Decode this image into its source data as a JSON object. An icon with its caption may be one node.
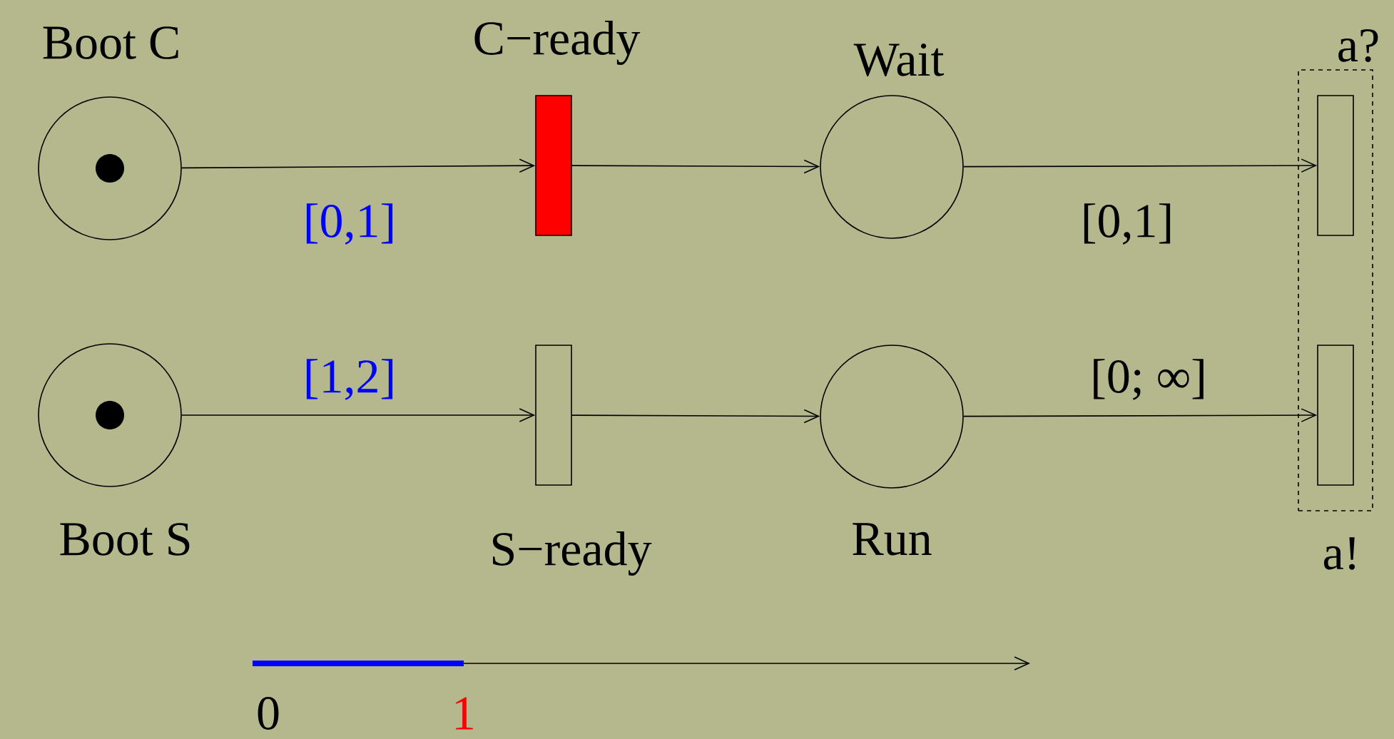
{
  "diagram": {
    "nodes": [
      {
        "text": [
          "Boot C"
        ]
      },
      {
        "text": [
          "C−ready"
        ]
      },
      {
        "text": [
          "Wait"
        ]
      },
      {
        "text": [],
        "shape": "box"
      },
      {
        "text": [
          "a?"
        ],
        "in": 3
      },
      {
        "text": [
          "Boot S"
        ]
      },
      {
        "text": [
          "S−ready"
        ]
      },
      {
        "text": [
          "Run"
        ]
      },
      {
        "text": [
          "a!"
        ],
        "in": 3
      }
    ],
    "edges": [
      {
        "from": 0,
        "to": 1,
        "arrow": "to",
        "label": "[0,1]"
      },
      {
        "from": 1,
        "to": 2,
        "arrow": "to"
      },
      {
        "from": 2,
        "to": 4,
        "arrow": "to",
        "label": "[0,1]"
      },
      {
        "from": 5,
        "to": 6,
        "arrow": "to",
        "label": "[1,2]"
      },
      {
        "from": 6,
        "to": 7,
        "arrow": "to"
      },
      {
        "from": 7,
        "to": 8,
        "arrow": "to",
        "label": "[0; ∞]"
      }
    ],
    "labels": [
      "0",
      "1"
    ]
  }
}
